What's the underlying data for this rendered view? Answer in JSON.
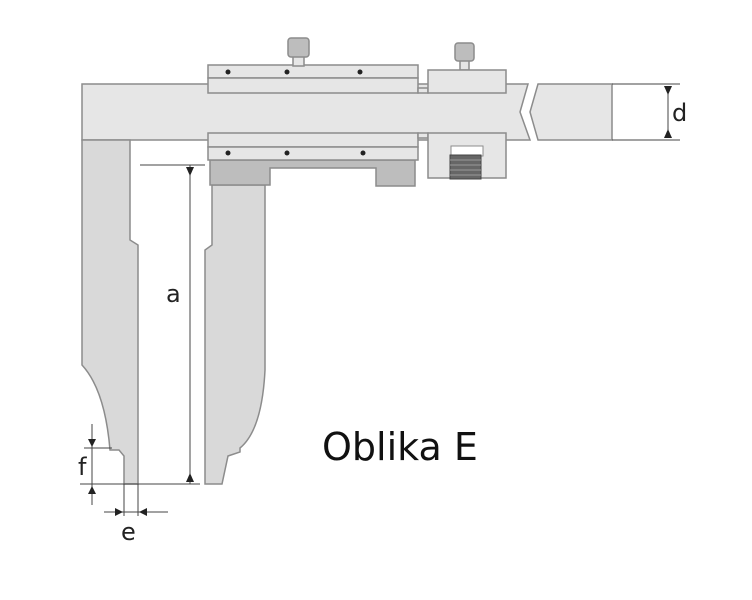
{
  "caption": "Oblika E",
  "dimension_labels": {
    "a": "a",
    "d": "d",
    "e": "e",
    "f": "f"
  },
  "colors": {
    "part_fill": "#e6e6e6",
    "jaw_fill": "#d9d9d9",
    "outline": "#8c8c8c",
    "dark_part": "#bdbdbd"
  }
}
